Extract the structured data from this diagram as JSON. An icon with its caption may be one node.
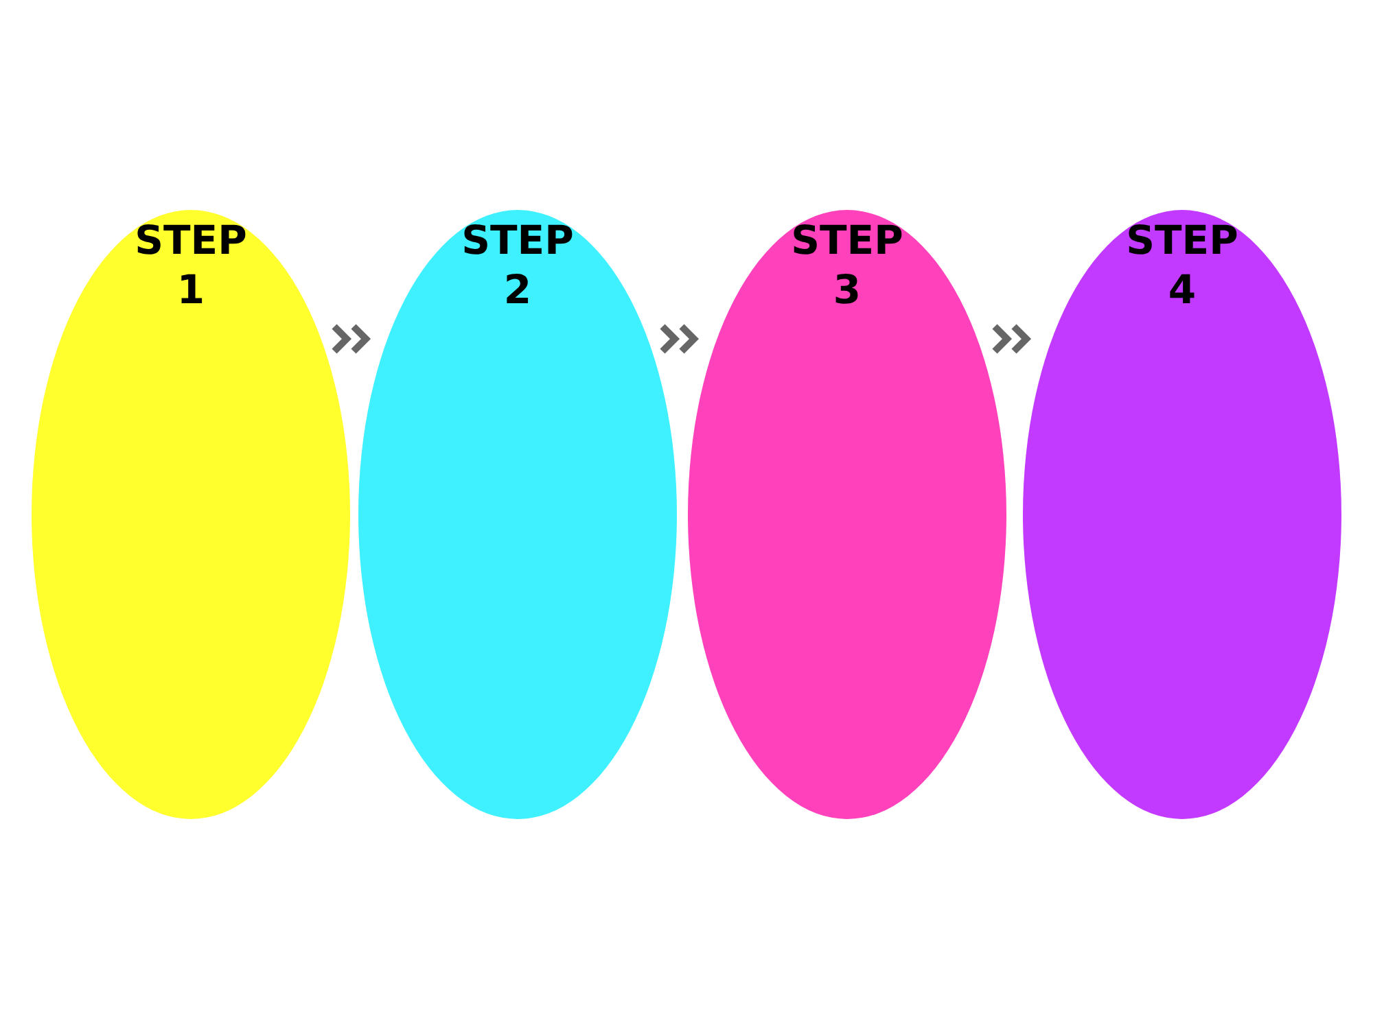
{
  "diagram": {
    "nodes": [
      {
        "text": [
          "STEP 1"
        ]
      },
      {
        "text": [
          "STEP 2"
        ]
      },
      {
        "text": [
          "STEP 3"
        ]
      },
      {
        "text": [
          "STEP 4"
        ]
      }
    ],
    "edges": [
      {
        "from": 0,
        "to": 1,
        "arrow": "to"
      },
      {
        "from": 1,
        "to": 2,
        "arrow": "to"
      },
      {
        "from": 2,
        "to": 3,
        "arrow": "to"
      }
    ]
  }
}
